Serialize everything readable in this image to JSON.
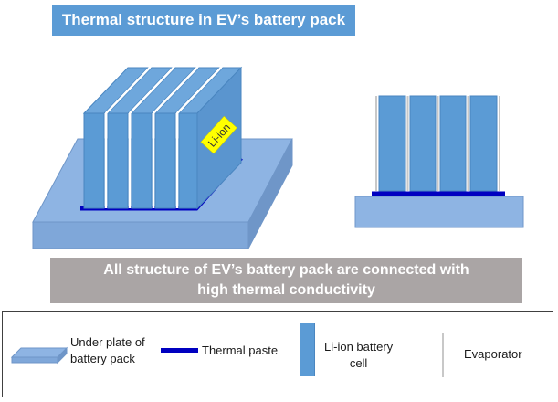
{
  "title": "Thermal structure in EV’s battery pack",
  "cell_label": "Li-ion",
  "banner": {
    "line1": "All structure of EV’s battery pack are connected with",
    "line2": "high thermal conductivity"
  },
  "legend": {
    "under_plate_line1": "Under plate of",
    "under_plate_line2": "battery pack",
    "thermal_paste": "Thermal paste",
    "cell_line1": "Li-ion battery",
    "cell_line2": "cell",
    "evaporator": "Evaporator"
  },
  "colors": {
    "title_bg": "#5b9bd5",
    "plate": "#8eb4e3",
    "cell": "#5b9bd5",
    "paste": "#0000c0",
    "banner_bg": "#aaa5a5",
    "label_bg": "#ffff00"
  }
}
